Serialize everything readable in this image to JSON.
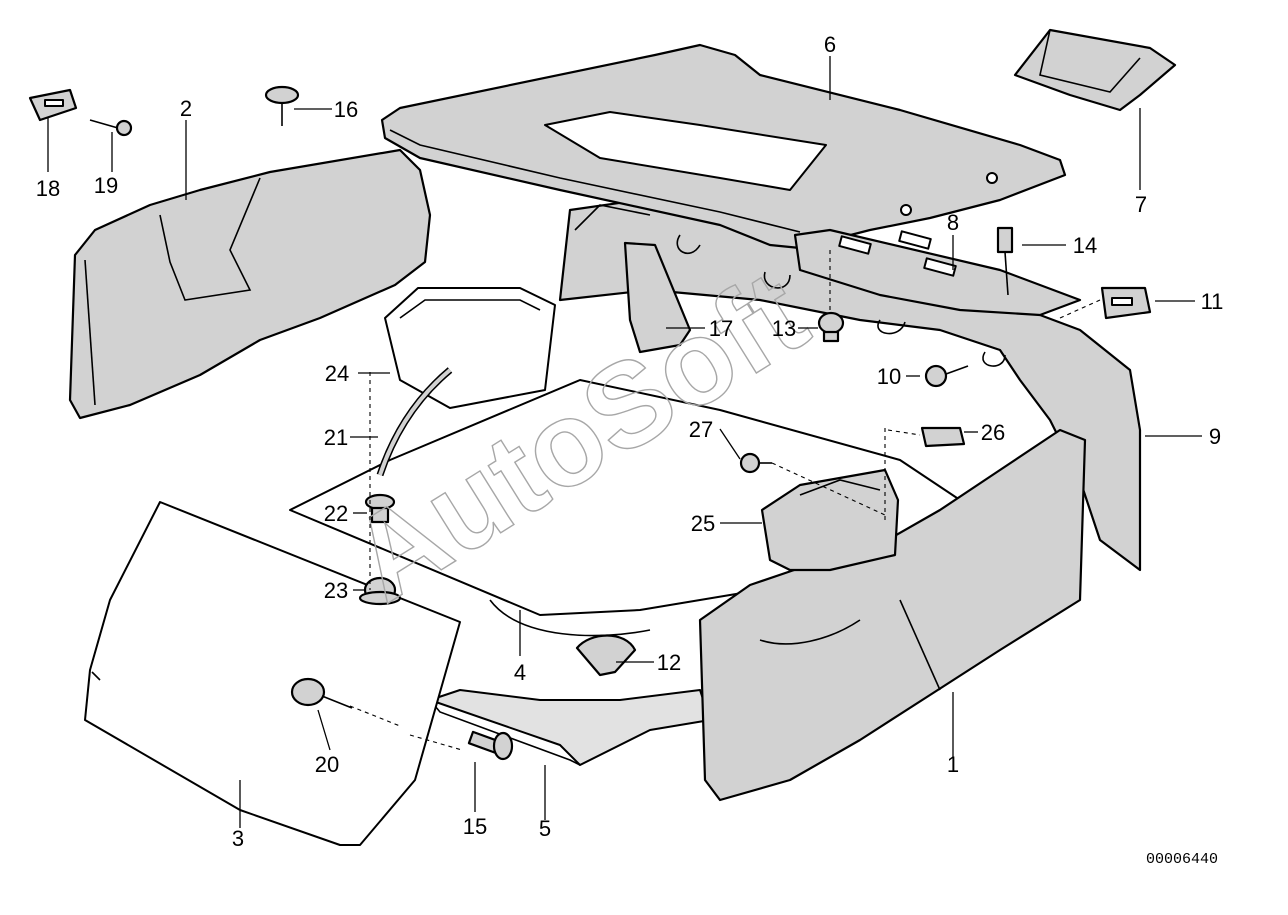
{
  "diagram": {
    "drawing_number": "00006440",
    "watermark": "AutoSoft",
    "callouts": {
      "p1": "1",
      "p2": "2",
      "p3": "3",
      "p4": "4",
      "p5": "5",
      "p6": "6",
      "p7": "7",
      "p8": "8",
      "p9": "9",
      "p10": "10",
      "p11": "11",
      "p12": "12",
      "p13": "13",
      "p14": "14",
      "p15": "15",
      "p16": "16",
      "p17": "17",
      "p18": "18",
      "p19": "19",
      "p20": "20",
      "p21": "21",
      "p22": "22",
      "p23": "23",
      "p24": "24",
      "p25": "25",
      "p26": "26",
      "p27": "27"
    }
  }
}
